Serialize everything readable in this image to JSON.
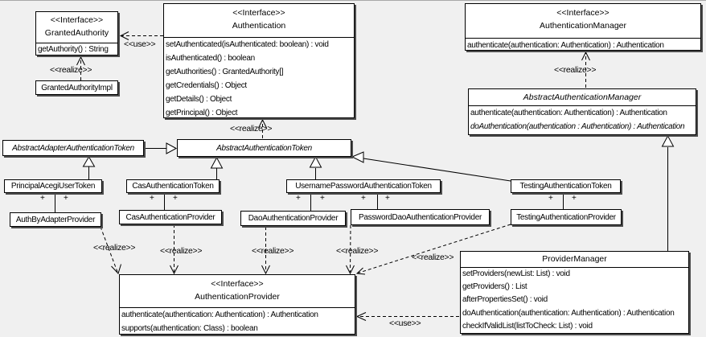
{
  "diagram_type": "uml-class-diagram",
  "colors": {
    "background": "#f0f0f0",
    "box_fill": "#ffffff",
    "line": "#000000",
    "shadow": "#4d4d4d"
  },
  "classes": {
    "granted_authority": {
      "stereotype": "<<Interface>>",
      "name": "GrantedAuthority",
      "methods": [
        "getAuthority() : String"
      ]
    },
    "granted_authority_impl": {
      "name": "GrantedAuthorityImpl"
    },
    "authentication": {
      "stereotype": "<<Interface>>",
      "name": "Authentication",
      "methods": [
        "setAuthenticated(isAuthenticated: boolean) : void",
        "isAuthenticated() : boolean",
        "getAuthorities() : GrantedAuthority[]",
        "getCredentials() : Object",
        "getDetails() : Object",
        "getPrincipal() : Object"
      ]
    },
    "authentication_manager": {
      "stereotype": "<<Interface>>",
      "name": "AuthenticationManager",
      "methods": [
        "authenticate(authentication: Authentication) : Authentication"
      ]
    },
    "abstract_authentication_manager": {
      "name": "AbstractAuthenticationManager",
      "methods": [
        "authenticate(authentication: Authentication) : Authentication",
        "doAuthentication(authentication : Authentication) : Authentication"
      ]
    },
    "abstract_adapter_authentication_token": {
      "name": "AbstractAdapterAuthenticationToken"
    },
    "abstract_authentication_token": {
      "name": "AbstractAuthenticationToken"
    },
    "principal_acegi_user_token": {
      "name": "PrincipalAcegiUserToken"
    },
    "cas_authentication_token": {
      "name": "CasAuthenticationToken"
    },
    "username_password_authentication_token": {
      "name": "UsernamePasswordAuthenticationToken"
    },
    "testing_authentication_token": {
      "name": "TestingAuthenticationToken"
    },
    "auth_by_adapter_provider": {
      "name": "AuthByAdapterProvider"
    },
    "cas_authentication_provider": {
      "name": "CasAuthenticationProvider"
    },
    "dao_authentication_provider": {
      "name": "DaoAuthenticationProvider"
    },
    "password_dao_authentication_provider": {
      "name": "PasswordDaoAuthenticationProvider"
    },
    "testing_authentication_provider": {
      "name": "TestingAuthenticationProvider"
    },
    "authentication_provider": {
      "stereotype": "<<Interface>>",
      "name": "AuthenticationProvider",
      "methods": [
        "authenticate(authentication: Authentication) : Authentication",
        "supports(authentication: Class) : boolean"
      ]
    },
    "provider_manager": {
      "name": "ProviderManager",
      "methods": [
        "setProviders(newList: List) : void",
        "getProviders() : List",
        "afterPropertiesSet() : void",
        "doAuthentication(authentication: Authentication) : Authentication",
        "checkIfValidList(listToCheck: List) : void"
      ]
    }
  },
  "edge_labels": {
    "use_authentication_to_granted_authority": "<<use>>",
    "realize_granted_authority_impl": "<<realize>>",
    "realize_abstract_authentication_token": "<<realize>>",
    "realize_abstract_authentication_manager": "<<realize>>",
    "realize_auth_by_adapter_provider": "<<realize>>",
    "realize_cas_authentication_provider": "<<realize>>",
    "realize_dao_authentication_provider": "<<realize>>",
    "realize_password_dao_authentication_provider": "<<realize>>",
    "realize_testing_authentication_provider": "<<realize>>",
    "use_provider_manager_to_authentication_provider": "<<use>>"
  },
  "symbols": {
    "plus": "+"
  }
}
